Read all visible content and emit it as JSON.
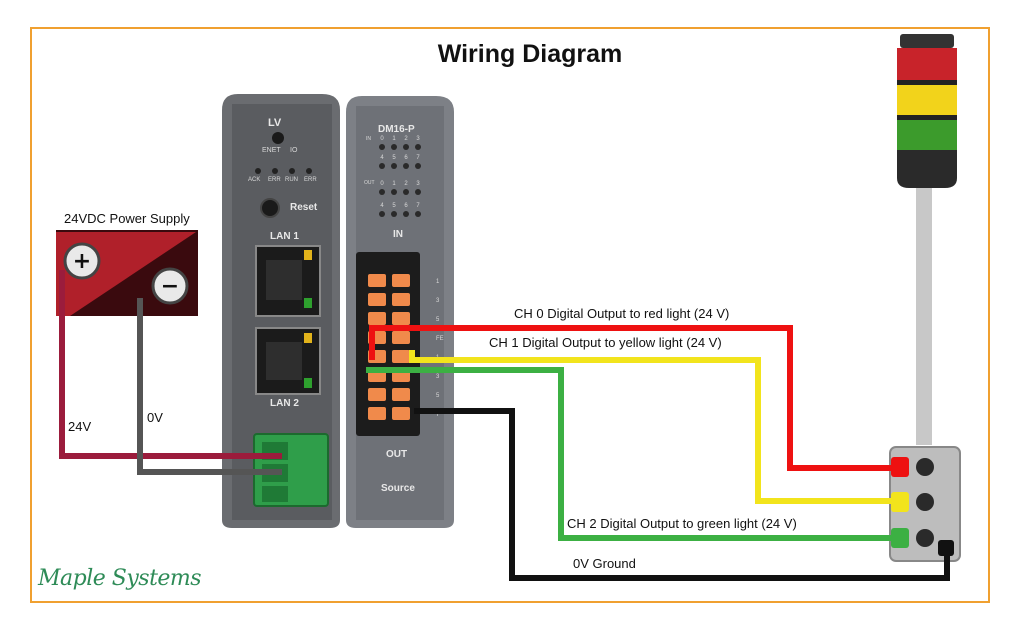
{
  "title": "Wiring Diagram",
  "power_supply": {
    "label": "24VDC Power Supply",
    "plus": "+",
    "minus": "−"
  },
  "wire_labels": {
    "v24": "24V",
    "v0": "0V",
    "ch0": "CH 0 Digital Output to red light (24 V)",
    "ch1": "CH 1 Digital Output to yellow light (24 V)",
    "ch2": "CH 2 Digital Output to green light (24 V)",
    "ground": "0V Ground"
  },
  "controller": {
    "lv": "LV",
    "enet": "ENET",
    "io": "IO",
    "ack": "ACK",
    "err1": "ERR",
    "run": "RUN",
    "err2": "ERR",
    "reset": "Reset",
    "lan1": "LAN 1",
    "lan2": "LAN 2"
  },
  "io_module": {
    "model": "DM16-P",
    "in_label": "IN",
    "out_label": "OUT",
    "source_label": "Source",
    "in_row_label": "IN",
    "out_row_label": "OUT",
    "row_a": [
      "0",
      "1",
      "2",
      "3"
    ],
    "row_b": [
      "4",
      "5",
      "6",
      "7"
    ],
    "terminal_numbers": [
      "1",
      "3",
      "5",
      "FE",
      "1",
      "3",
      "5",
      "7"
    ]
  },
  "logo": "Maple Systems",
  "colors": {
    "frame": "#f0a030",
    "wire_24v": "#9b1c3c",
    "wire_0v": "#555555",
    "wire_red": "#ee1111",
    "wire_yellow": "#f2e41c",
    "wire_green": "#3cb043",
    "wire_black": "#111111",
    "logo": "#2e8b57"
  }
}
